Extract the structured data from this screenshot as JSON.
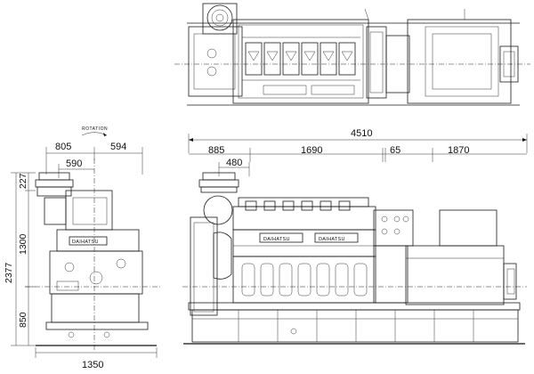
{
  "dimensions": {
    "total_length": "4510",
    "segment_885": "885",
    "segment_1690": "1690",
    "segment_65": "65",
    "segment_1870": "1870",
    "segment_480": "480",
    "end_805": "805",
    "end_594": "594",
    "end_590": "590",
    "end_1350": "1350",
    "height_total": "2377",
    "height_1300": "1300",
    "height_850": "850",
    "height_227": "227"
  },
  "labels": {
    "rotation": "ROTATION",
    "brand_side": "DAIHATSU",
    "brand_end": "DAIHATSU"
  }
}
